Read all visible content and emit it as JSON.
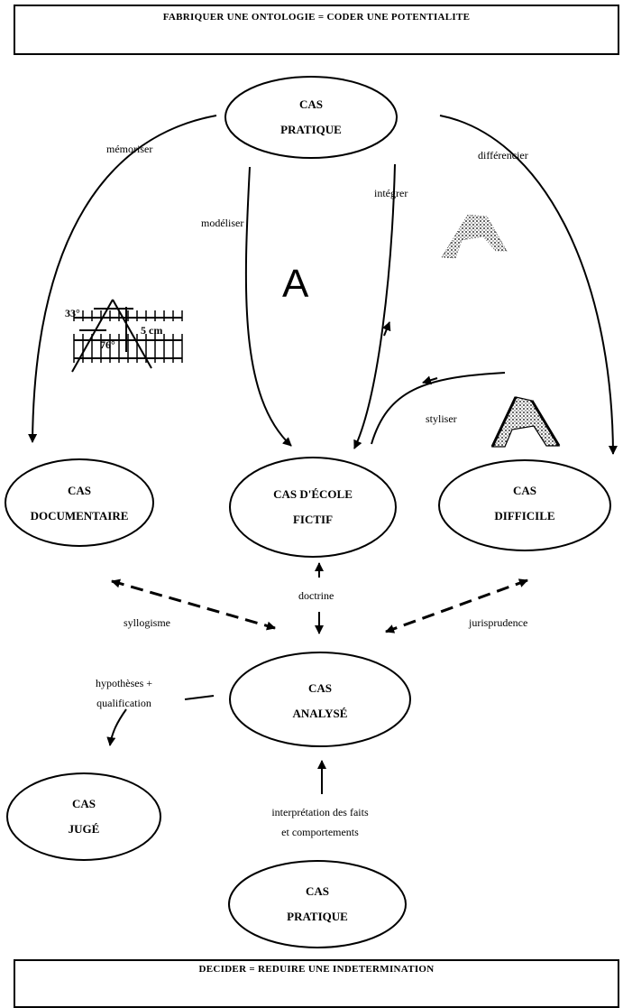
{
  "header": {
    "title": "FABRIQUER UNE ONTOLOGIE = CODER UNE POTENTIALITE"
  },
  "footer": {
    "title": "DECIDER = REDUIRE UNE INDETERMINATION"
  },
  "nodes": {
    "practical_top": {
      "line1": "CAS",
      "line2": "PRATIQUE"
    },
    "documentary": {
      "line1": "CAS",
      "line2": "DOCUMENTAIRE"
    },
    "school": {
      "line1": "CAS D'ÉCOLE",
      "line2": "FICTIF"
    },
    "difficult": {
      "line1": "CAS",
      "line2": "DIFFICILE"
    },
    "analyzed": {
      "line1": "CAS",
      "line2": "ANALYSÉ"
    },
    "judged": {
      "line1": "CAS",
      "line2": "JUGÉ"
    },
    "practical_bottom": {
      "line1": "CAS",
      "line2": "PRATIQUE"
    }
  },
  "edges": {
    "memorize": "mémoriser",
    "model": "modéliser",
    "integrate": "intégrer",
    "differentiate": "différencier",
    "stylize": "styliser",
    "syllogism": "syllogisme",
    "doctrine": "doctrine",
    "jurisprudence": "jurisprudence",
    "hypotheses_line1": "hypothèses +",
    "hypotheses_line2": "qualification",
    "interpretation_line1": "interprétation des faits",
    "interpretation_line2": "et comportements"
  },
  "glyphs": {
    "letter_a": "A",
    "angle_33": "33°",
    "angle_76": "76°",
    "length_5cm": "5 cm"
  }
}
